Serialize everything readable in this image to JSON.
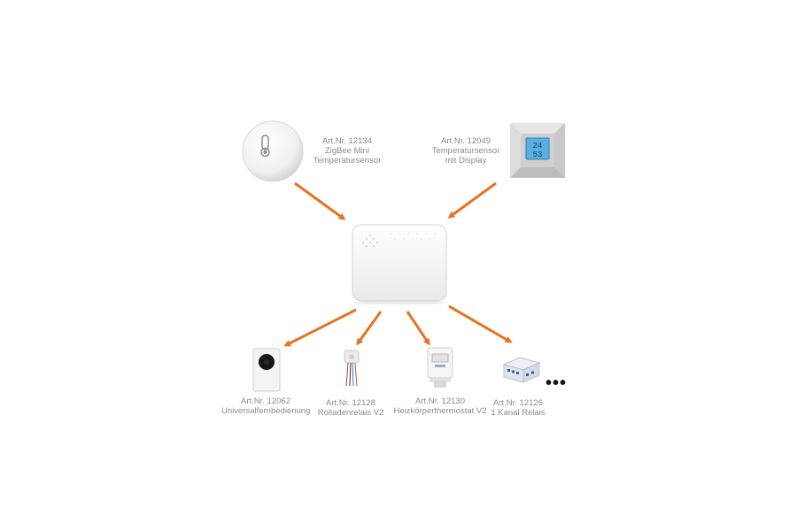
{
  "diagram": {
    "arrow_color": "#e8731f",
    "devices": {
      "mini_sensor": {
        "icon": "round-temperature-sensor-icon",
        "lines": [
          "Art.Nr. 12134",
          "ZigBee Mini",
          "Temperatursensor"
        ]
      },
      "display_sensor": {
        "icon": "display-temperature-sensor-icon",
        "display_top": "24",
        "display_bottom": "53",
        "lines": [
          "Art.Nr. 12049",
          "Temperatursensor",
          "mit Display"
        ]
      },
      "universal_control": {
        "icon": "universal-remote-icon",
        "lines": [
          "Art.Nr. 12062",
          "Universalfernbedienung"
        ]
      },
      "shutter_relay": {
        "icon": "shutter-relay-icon",
        "lines": [
          "Art.Nr. 12128",
          "Rolladenrelais V2"
        ]
      },
      "radiator_thermostat": {
        "icon": "radiator-thermostat-icon",
        "lines": [
          "Art.Nr. 12130",
          "Heizkörperthermostat V2"
        ]
      },
      "relay_1ch": {
        "icon": "one-channel-relay-icon",
        "lines": [
          "Art.Nr. 12126",
          "1 Kanal Relais"
        ]
      }
    },
    "hub": {
      "icon": "gateway-hub-icon"
    },
    "more_indicator": "•••"
  }
}
